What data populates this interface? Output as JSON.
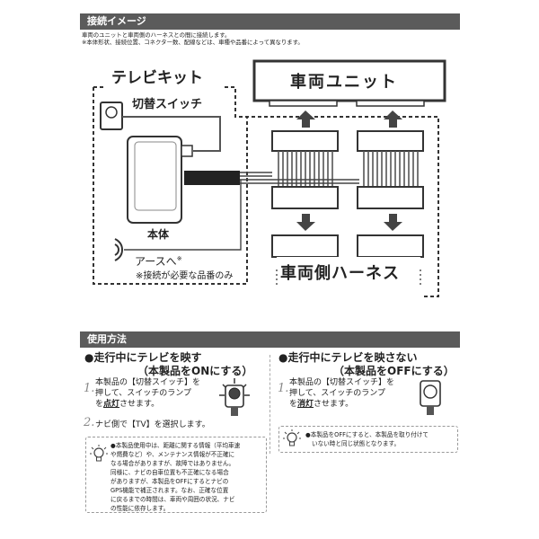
{
  "connection": {
    "header": "接続イメージ",
    "note1": "車両のユニットと車両側のハーネスとの間に接続します。",
    "note2": "※本体形状、接続位置、コネクター数、配線などは、車種や品番によって異なります。",
    "kit_label": "テレビキット",
    "switch_label": "切替スイッチ",
    "body_label": "本体",
    "earth_label": "アースへ",
    "earth_mark": "※",
    "earth_note": "※接続が必要な品番のみ",
    "vehicle_unit": "車両ユニット",
    "vehicle_harness": "車両側ハーネス"
  },
  "usage": {
    "header": "使用方法",
    "on": {
      "title1": "●走行中にテレビを映す",
      "title2": "（本製品をONにする）",
      "step1_num": "1.",
      "step1_line1": "本製品の【切替スイッチ】を",
      "step1_line2": "押して、スイッチのランプ",
      "step1_line3a": "を",
      "step1_line3b": "点灯",
      "step1_line3c": "させます。",
      "step2_num": "2.",
      "step2_line1": "ナビ側で【TV】を選択します。",
      "hint": [
        "●本製品使用中は、距離に関する情報（平均車速",
        "や燃費など）や、メンテナンス情報が不正確に",
        "なる場合がありますが、故障ではありません。",
        "同様に、ナビの自車位置も不正確になる場合",
        "がありますが、本製品をOFFにするとナビの",
        "GPS機能で補正されます。なお、正確な位置",
        "に戻るまでの時間は、車両や周囲の状況、ナビ",
        "の性能に依存します。"
      ]
    },
    "off": {
      "title1": "●走行中にテレビを映さない",
      "title2": "（本製品をOFFにする）",
      "step1_num": "1.",
      "step1_line1": "本製品の【切替スイッチ】を",
      "step1_line2": "押して、スイッチのランプ",
      "step1_line3a": "を",
      "step1_line3b": "消灯",
      "step1_line3c": "させます。",
      "hint": [
        "●本製品をOFFにすると、本製品を取り付けて",
        "いない時と同じ状態となります。"
      ]
    }
  },
  "colors": {
    "header_bg": "#5b5b5b",
    "line": "#333333"
  }
}
